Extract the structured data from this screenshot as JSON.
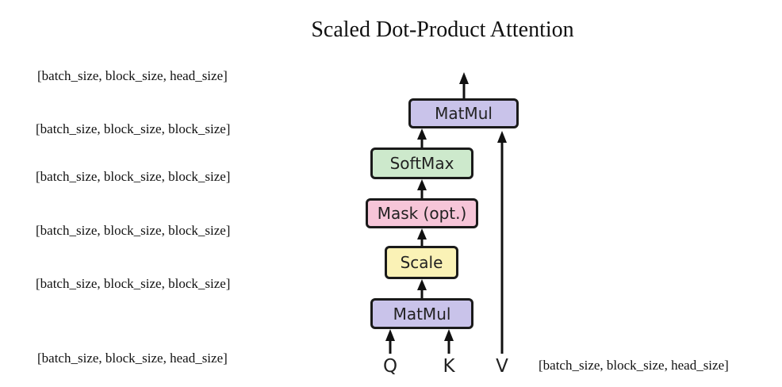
{
  "title": "Scaled Dot-Product Attention",
  "blocks": {
    "matmul_top": {
      "label": "MatMul",
      "color": "#c9c3ea"
    },
    "softmax": {
      "label": "SoftMax",
      "color": "#cde9cc"
    },
    "mask": {
      "label": "Mask (opt.)",
      "color": "#f6c5d8"
    },
    "scale": {
      "label": "Scale",
      "color": "#faf2b6"
    },
    "matmul_bottom": {
      "label": "MatMul",
      "color": "#c9c3ea"
    }
  },
  "inputs": {
    "q": "Q",
    "k": "K",
    "v": "V"
  },
  "shapes": {
    "output": "[batch_size, block_size, head_size]",
    "matmul_top_in": "[batch_size, block_size, block_size]",
    "softmax_in": "[batch_size, block_size, block_size]",
    "mask_in": "[batch_size, block_size, block_size]",
    "scale_in": "[batch_size, block_size, block_size]",
    "qk_in": "[batch_size, block_size, head_size]",
    "v_in": "[batch_size, block_size, head_size]"
  }
}
